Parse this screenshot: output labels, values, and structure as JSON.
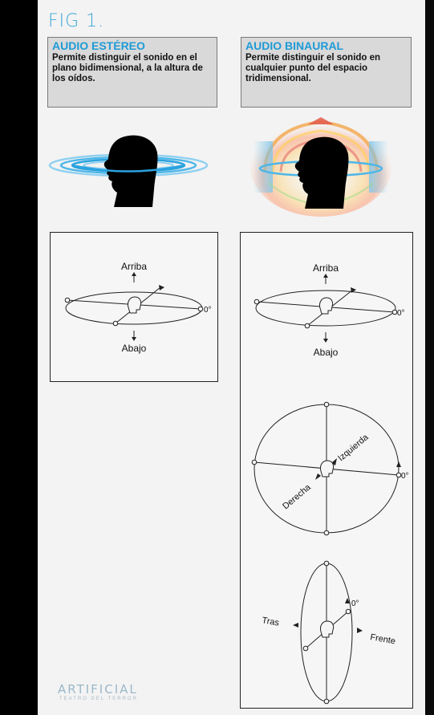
{
  "figure": {
    "title": "FIG 1."
  },
  "stereo": {
    "heading": "AUDIO ESTÉREO",
    "description": "Permite distinguir el sonido en el plano bidimensional, a la altura de los oídos.",
    "diagram": {
      "up_label": "Arriba",
      "down_label": "Abajo",
      "zero_label": "0°"
    }
  },
  "binaural": {
    "heading": "AUDIO BINAURAL",
    "description": "Permite distinguir el sonido en cualquier punto del espacio tridimensional.",
    "horizontal_diagram": {
      "up_label": "Arriba",
      "down_label": "Abajo",
      "zero_label": "0°"
    },
    "frontal_diagram": {
      "left_label": "Izquierda",
      "right_label": "Derecha",
      "zero_label": "0°"
    },
    "sagittal_diagram": {
      "back_label": "Tras",
      "front_label": "Frente",
      "zero_label": "0°"
    }
  },
  "logo": {
    "name": "ARTIFICIAL",
    "tagline": "TEATRO DEL TERROR"
  },
  "colors": {
    "accent_blue": "#1e9bd7",
    "box_grey": "#d9d9d9"
  }
}
